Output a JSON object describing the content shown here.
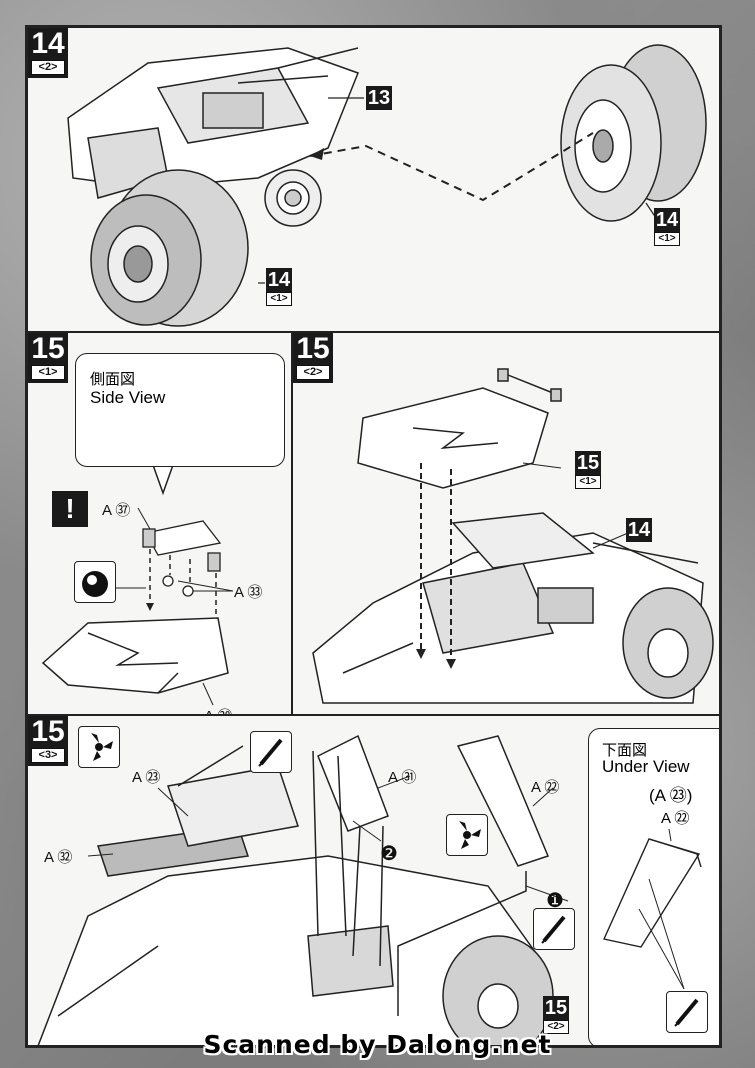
{
  "step14": {
    "number": "14",
    "sub": "<2>",
    "ref13": "13",
    "ref14a": {
      "number": "14",
      "sub": "<1>"
    },
    "ref14b": {
      "number": "14",
      "sub": "<1>"
    }
  },
  "step15_1": {
    "number": "15",
    "sub": "<1>",
    "side_view_jp": "側面図",
    "side_view_en": "Side View",
    "label_a37": "A ㊲",
    "label_a33": "A ㉝",
    "label_a38": "A ㊳"
  },
  "step15_2": {
    "number": "15",
    "sub": "<2>",
    "ref15": {
      "number": "15",
      "sub": "<1>"
    },
    "ref14": "14"
  },
  "step15_3": {
    "number": "15",
    "sub": "<3>",
    "label_a23": "A ㉓",
    "label_a31": "A ㉛",
    "label_a22": "A ㉒",
    "label_a32": "A ㉜",
    "marker1": "❶",
    "marker2": "❷",
    "ref15": {
      "number": "15",
      "sub": "<2>"
    },
    "under_view_jp": "下面図",
    "under_view_en": "Under View",
    "uv_a23": "(A ㉓)",
    "uv_a22": "A ㉒"
  },
  "footer": "Scanned by Dalong.net"
}
